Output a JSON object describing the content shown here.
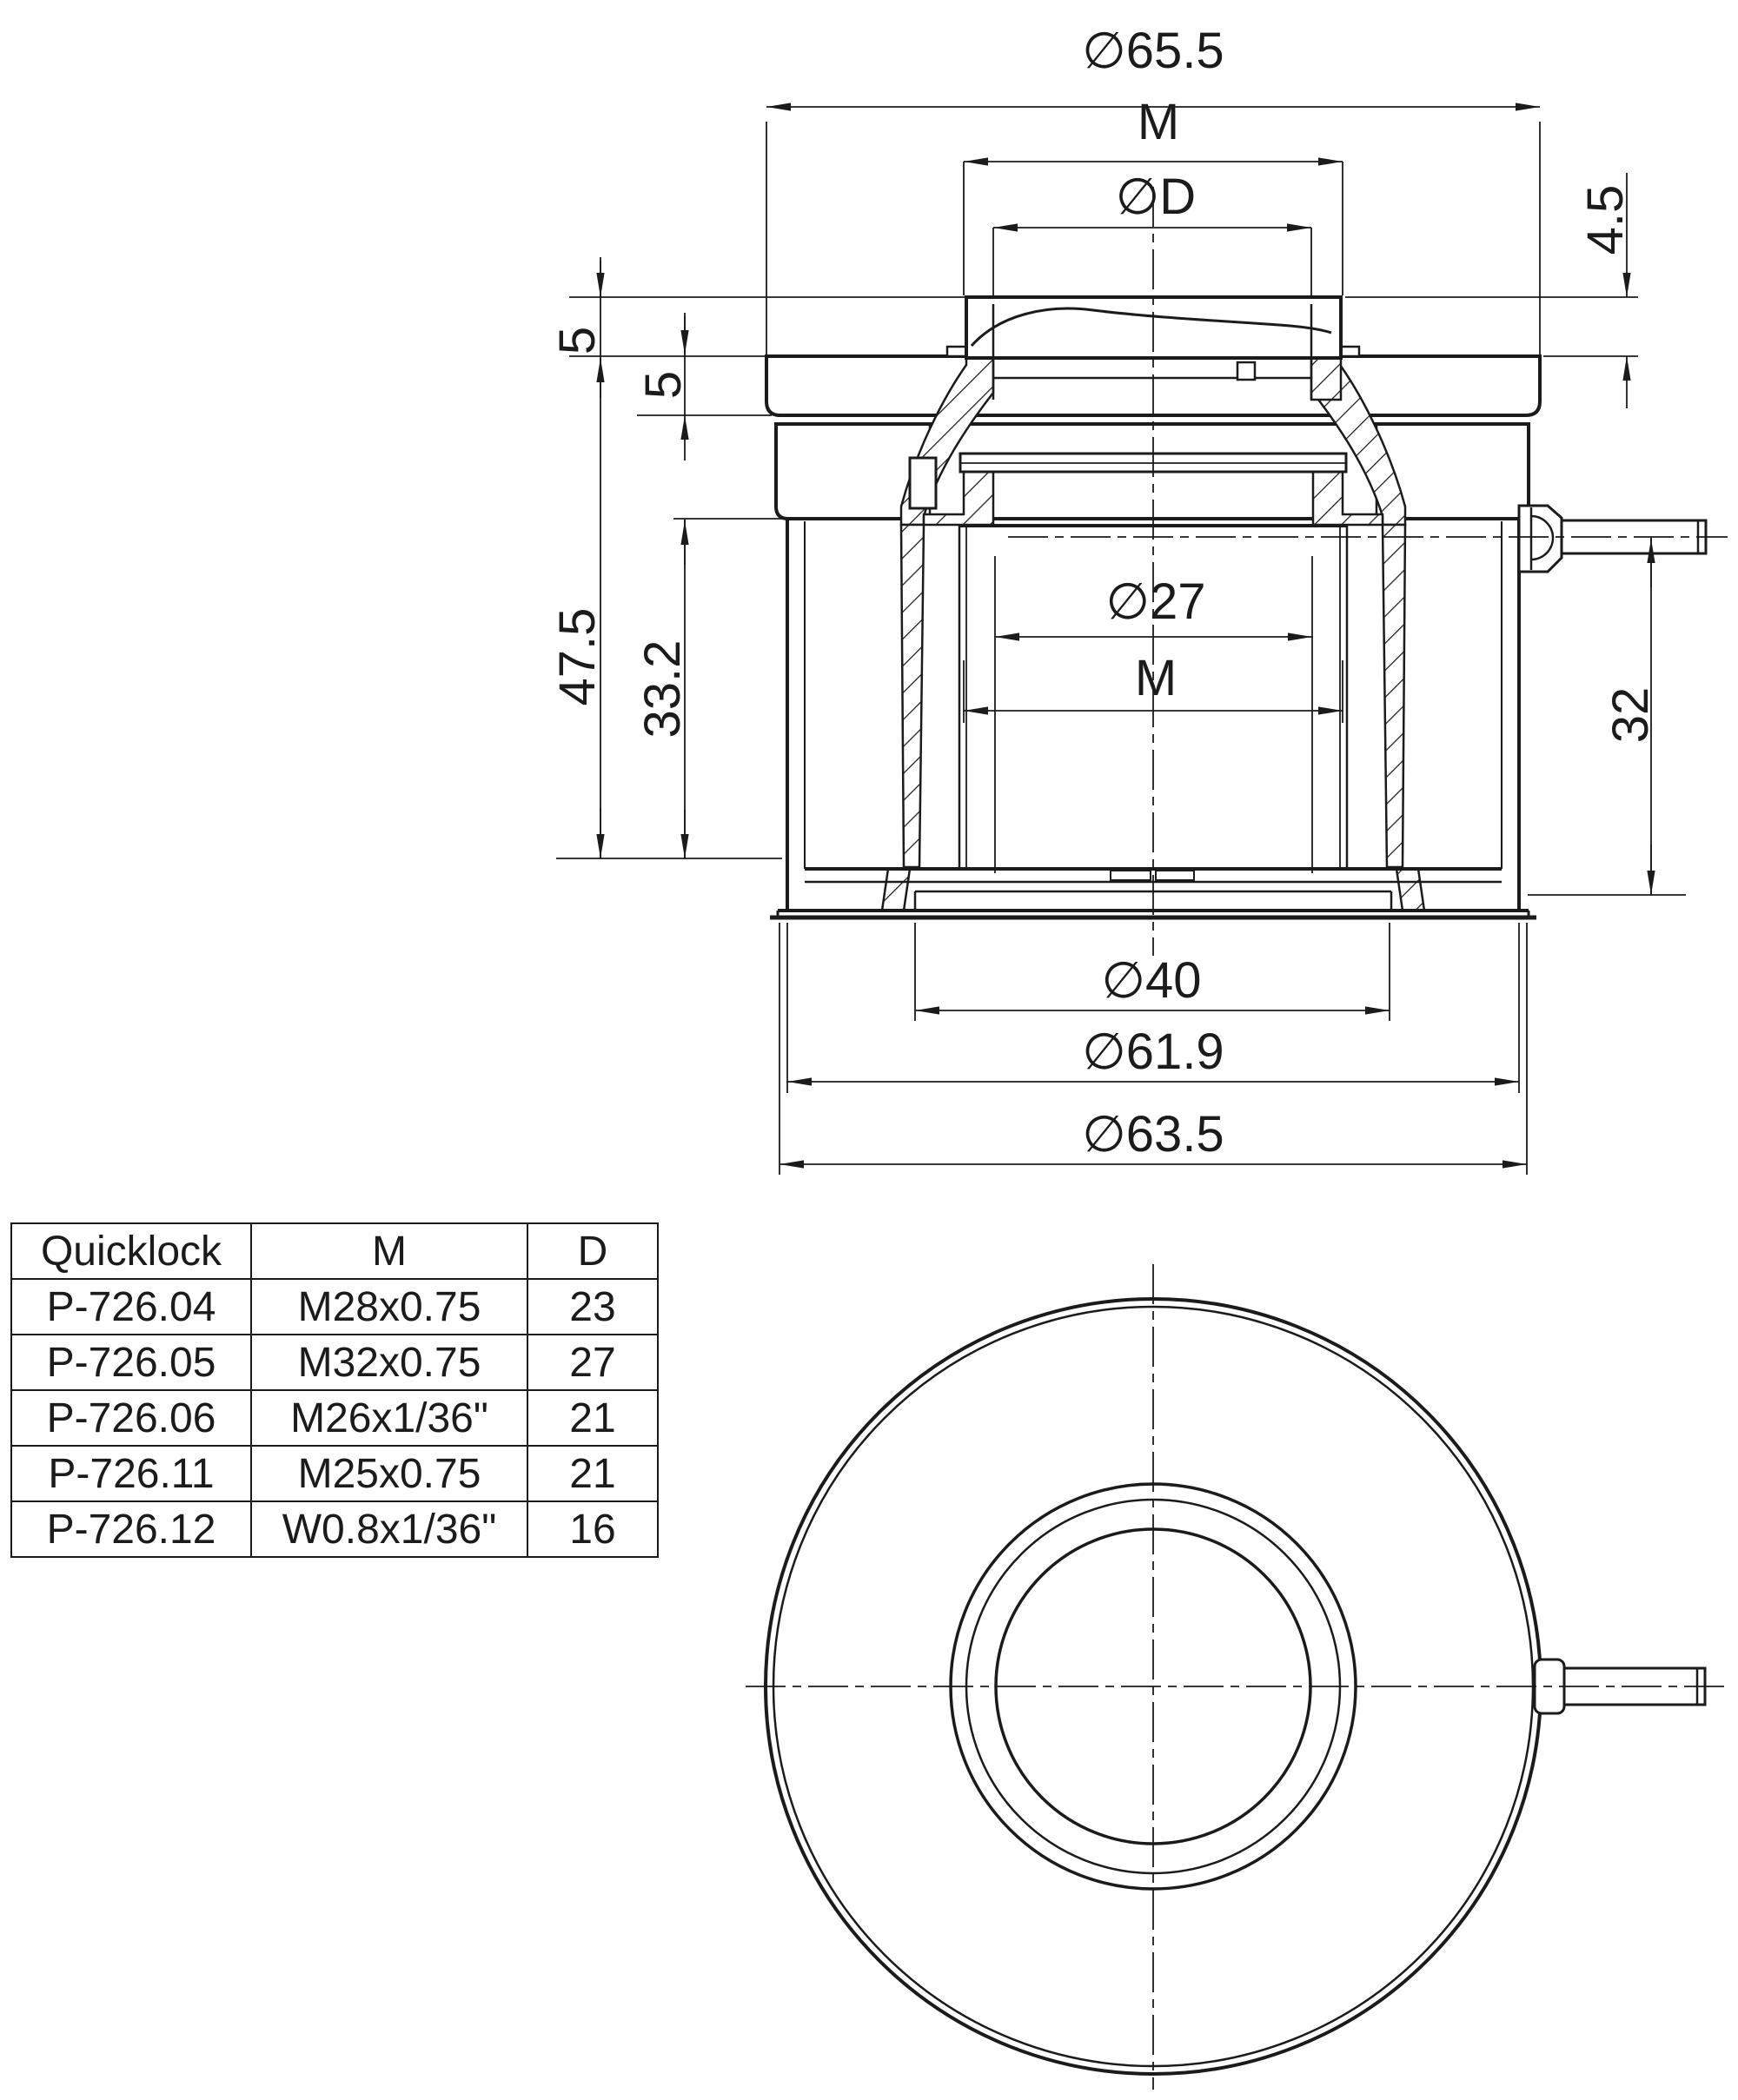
{
  "section_view": {
    "dims": {
      "d65_5": "∅65.5",
      "m_top": "M",
      "dD": "∅D",
      "d4_5": "4.5",
      "five_a": "5",
      "five_b": "5",
      "h47_5": "47.5",
      "h33_2": "33.2",
      "d27": "∅27",
      "m_inner": "M",
      "h32": "32",
      "d40": "∅40",
      "d61_9": "∅61.9",
      "d63_5": "∅63.5"
    }
  },
  "table": {
    "headers": [
      "Quicklock",
      "M",
      "D"
    ],
    "rows": [
      [
        "P-726.04",
        "M28x0.75",
        "23"
      ],
      [
        "P-726.05",
        "M32x0.75",
        "27"
      ],
      [
        "P-726.06",
        "M26x1/36\"",
        "21"
      ],
      [
        "P-726.11",
        "M25x0.75",
        "21"
      ],
      [
        "P-726.12",
        "W0.8x1/36\"",
        "16"
      ]
    ]
  },
  "colors": {
    "line": "#1b1b1b",
    "background": "#ffffff"
  }
}
